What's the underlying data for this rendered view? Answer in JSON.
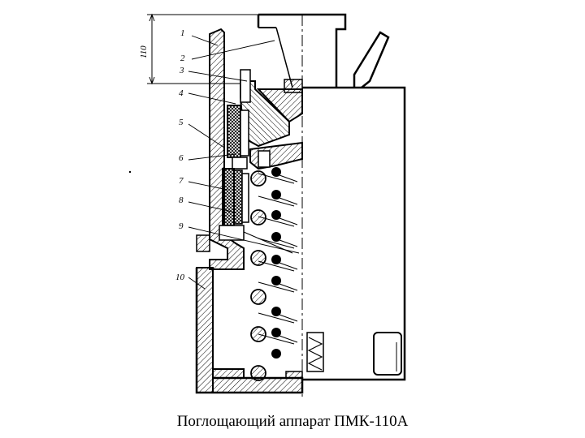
{
  "caption": "Поглощающий аппарат ПМК-110А",
  "dimension": "110",
  "callouts": [
    "1",
    "2",
    "3",
    "4",
    "5",
    "6",
    "7",
    "8",
    "9",
    "10"
  ]
}
